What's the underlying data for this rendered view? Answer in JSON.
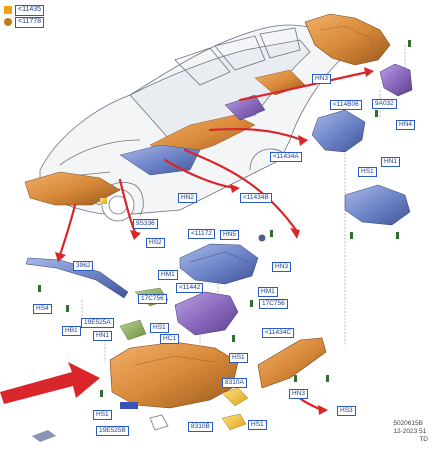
{
  "legend": [
    {
      "symbol": "square-orange",
      "text": "<11435"
    },
    {
      "symbol": "dot-bronze",
      "text": "<11778"
    }
  ],
  "callouts": {
    "hn3_top": "HN3",
    "n9a032": "9A032",
    "hn4": "HN4",
    "n11434a": "<11434A",
    "n114b06": "<114B06",
    "hn1_right": "HN1",
    "hs1_right": "HS1",
    "hn2": "HN2",
    "n11434b": "<11434B",
    "n9s336": "9S336",
    "hs2": "HS2",
    "n11172": "<11172",
    "hn5": "HN5",
    "hn3_mid": "HN3",
    "n3962": "3962",
    "hm1_left": "HM1",
    "hs4": "HS4",
    "n17c756_a": "17C756",
    "n11442": "<11442",
    "hm1_right": "HM1",
    "n17c756_b": "17C756",
    "hb1": "HB1",
    "n19e525a": "19E525A",
    "hs1_mid": "HS1",
    "hc1": "HC1",
    "hn1_left": "HN1",
    "n11434c": "<11434C",
    "hs1_center": "HS1",
    "n8310a": "8310A",
    "hn3_bottom": "HN3",
    "hs3": "HS3",
    "hs1_left": "HS1",
    "n19e525b": "19E525B",
    "n8310b": "8310B",
    "hs1_bottom": "HS1"
  },
  "footer": {
    "code": "5020615B",
    "date": "12-2023 51",
    "td": "TD"
  },
  "colors": {
    "callout_border": "#2a5bc4",
    "callout_text": "#1d3f8f",
    "arrow_red": "#d8262b",
    "orange_part": "#d98a3a",
    "blue_part": "#6f86c9",
    "purple_part": "#8b6bbf"
  }
}
